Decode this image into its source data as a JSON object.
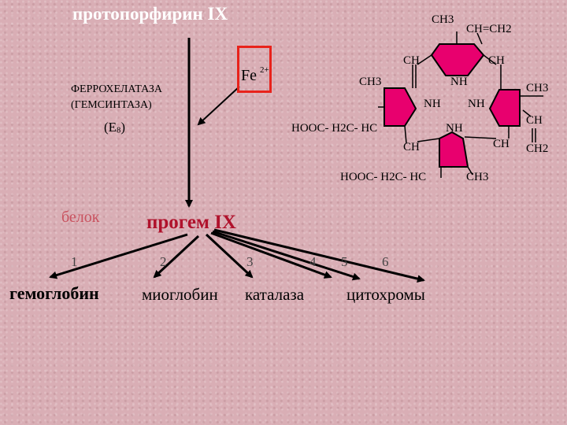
{
  "title": "протопорфирин IX",
  "enzyme": {
    "line1": "ФЕРРОХЕЛАТАЗА",
    "line2": "(ГЕМСИНТАЗА)",
    "code_main": "(Е",
    "code_sub": "8",
    "code_end": ")"
  },
  "fe": {
    "symbol": "Fe",
    "charge": "2+"
  },
  "structure": {
    "ch3_top": "CH3",
    "ch_eq_ch2": "CH=CH2",
    "ch_top_left": "CH",
    "ch_top_right": "CH",
    "ch3_left": "CH3",
    "nh_top": "NH",
    "ch3_right": "CH3",
    "nh_left": "NH",
    "nh_right": "NH",
    "ch_right": "CH",
    "hooc_upper": "HOOC- H2C- HC",
    "nh_bottom": "NH",
    "ch_bottom_left": "CH",
    "ch_bottom_right": "CH",
    "ch2_right": "CH2",
    "hooc_lower": "HOOC- H2C- HC",
    "ch3_bottom": "CH3"
  },
  "belok": "белок",
  "progem": "прогем IX",
  "numbers": [
    "1",
    "2",
    "3",
    "4",
    "5",
    "6"
  ],
  "products": {
    "hemoglobin": "гемоглобин",
    "myoglobin": "миоглобин",
    "catalase": "каталаза",
    "cytochromes": "цитохромы"
  },
  "colors": {
    "ring_fill": "#e8006e",
    "box_border": "#e8221b",
    "title": "#ffffff",
    "belok": "#c9525f"
  }
}
